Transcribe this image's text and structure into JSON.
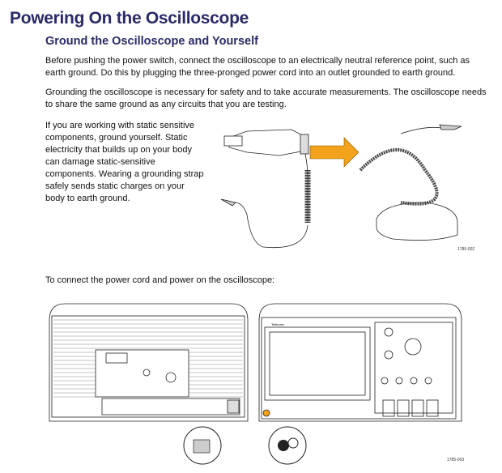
{
  "title": "Powering On the Oscilloscope",
  "section": {
    "heading": "Ground the Oscilloscope and Yourself",
    "paragraphs": [
      "Before pushing the power switch, connect the oscilloscope to an electrically neutral reference point, such as earth ground. Do this by plugging the three-pronged power cord into an outlet grounded to earth ground.",
      "Grounding the oscilloscope is necessary for safety and to take accurate measurements. The oscilloscope needs to share the same ground as any circuits that you are testing.",
      "If you are working with static sensitive components, ground yourself. Static electricity that builds up on your body can damage static-sensitive components. Wearing a grounding strap safely sends static charges on your body to earth ground.",
      "To connect the power cord and power on the oscilloscope:"
    ]
  },
  "figures": [
    {
      "label": "1785-002"
    },
    {
      "label": "1785-003",
      "brand": "Tektronix"
    }
  ],
  "colors": {
    "heading": "#2a2a66",
    "arrow": "#f2a21b"
  }
}
